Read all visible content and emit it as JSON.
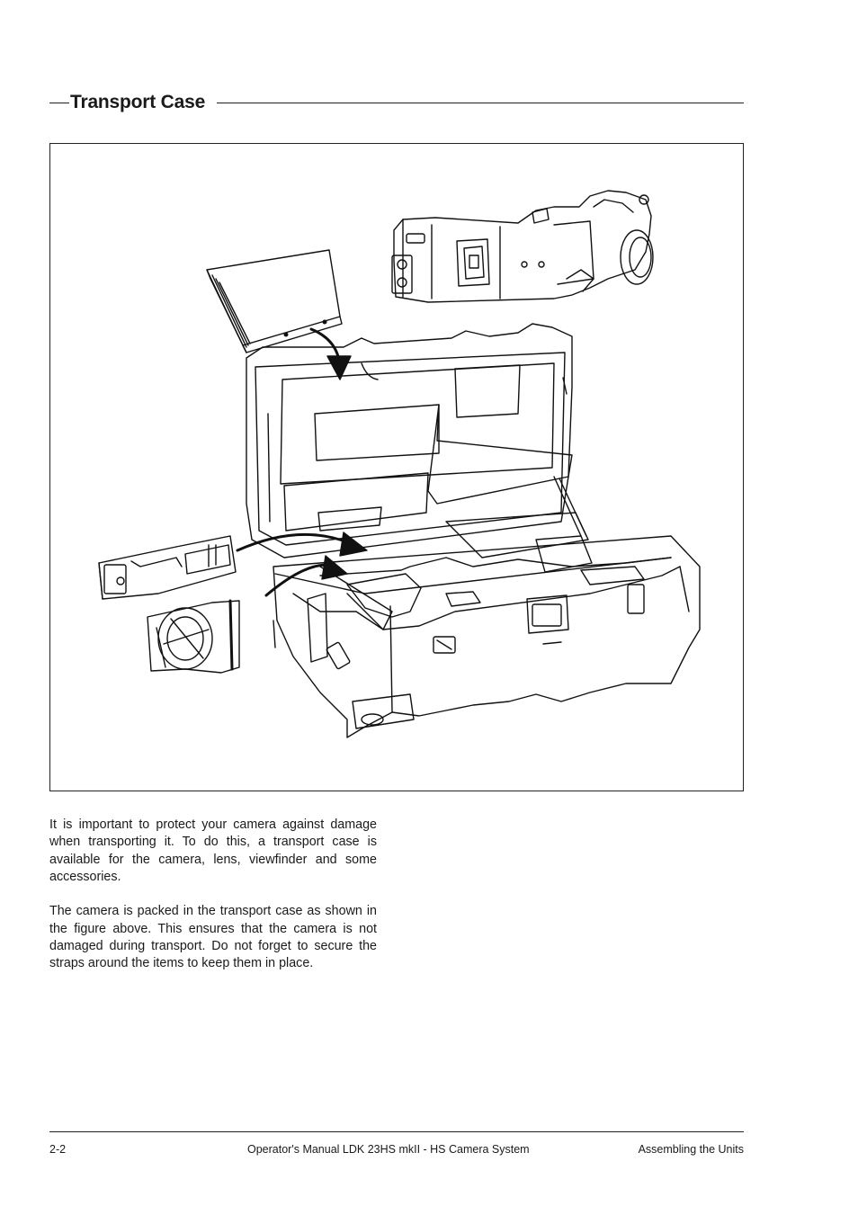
{
  "page": {
    "section_title": "Transport Case",
    "paragraphs": [
      "It is important to protect your camera against damage when transporting it. To do this, a transport case is available for the camera, lens, viewfinder and some accessories.",
      "The camera is packed in the transport case as shown in the figure above. This ensures that the camera is not damaged during transport. Do not forget to secure the straps around the items to keep them in place."
    ]
  },
  "footer": {
    "page_number": "2-2",
    "manual_title": "Operator's Manual LDK 23HS mkII - HS Camera System",
    "chapter": "Assembling the Units"
  }
}
